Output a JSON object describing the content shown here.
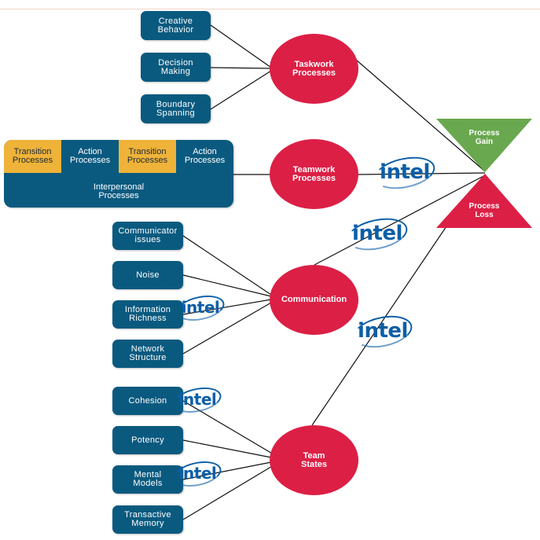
{
  "left_boxes": {
    "creative_behavior": "Creative\nBehavior",
    "decision_making": "Decision\nMaking",
    "boundary_spanning": "Boundary\nSpanning",
    "communicator_issues": "Communicator\nissues",
    "noise": "Noise",
    "information_richness": "Information\nRichness",
    "network_structure": "Network\nStructure",
    "cohesion": "Cohesion",
    "potency": "Potency",
    "mental_models": "Mental\nModels",
    "transactive_memory": "Transactive\nMemory"
  },
  "process_strip": {
    "cells": [
      "Transition\nProcesses",
      "Action\nProcesses",
      "Transition\nProcesses",
      "Action\nProcesses"
    ],
    "bottom": "Interpersonal\nProcesses"
  },
  "circles": {
    "taskwork": "Taskwork\nProcesses",
    "teamwork": "Teamwork\nProcesses",
    "communication": "Communication",
    "team_states": "Team\nStates"
  },
  "outcomes": {
    "gain": "Process\nGain",
    "loss": "Process\nLoss"
  },
  "logo_text": "intel",
  "colors": {
    "box_blue": "#0a5a80",
    "circle_red": "#dc1f45",
    "gold": "#f0b33a",
    "gain_green": "#6aa84f",
    "loss_red": "#dc1f45",
    "logo_blue": "#0b5ea8"
  }
}
